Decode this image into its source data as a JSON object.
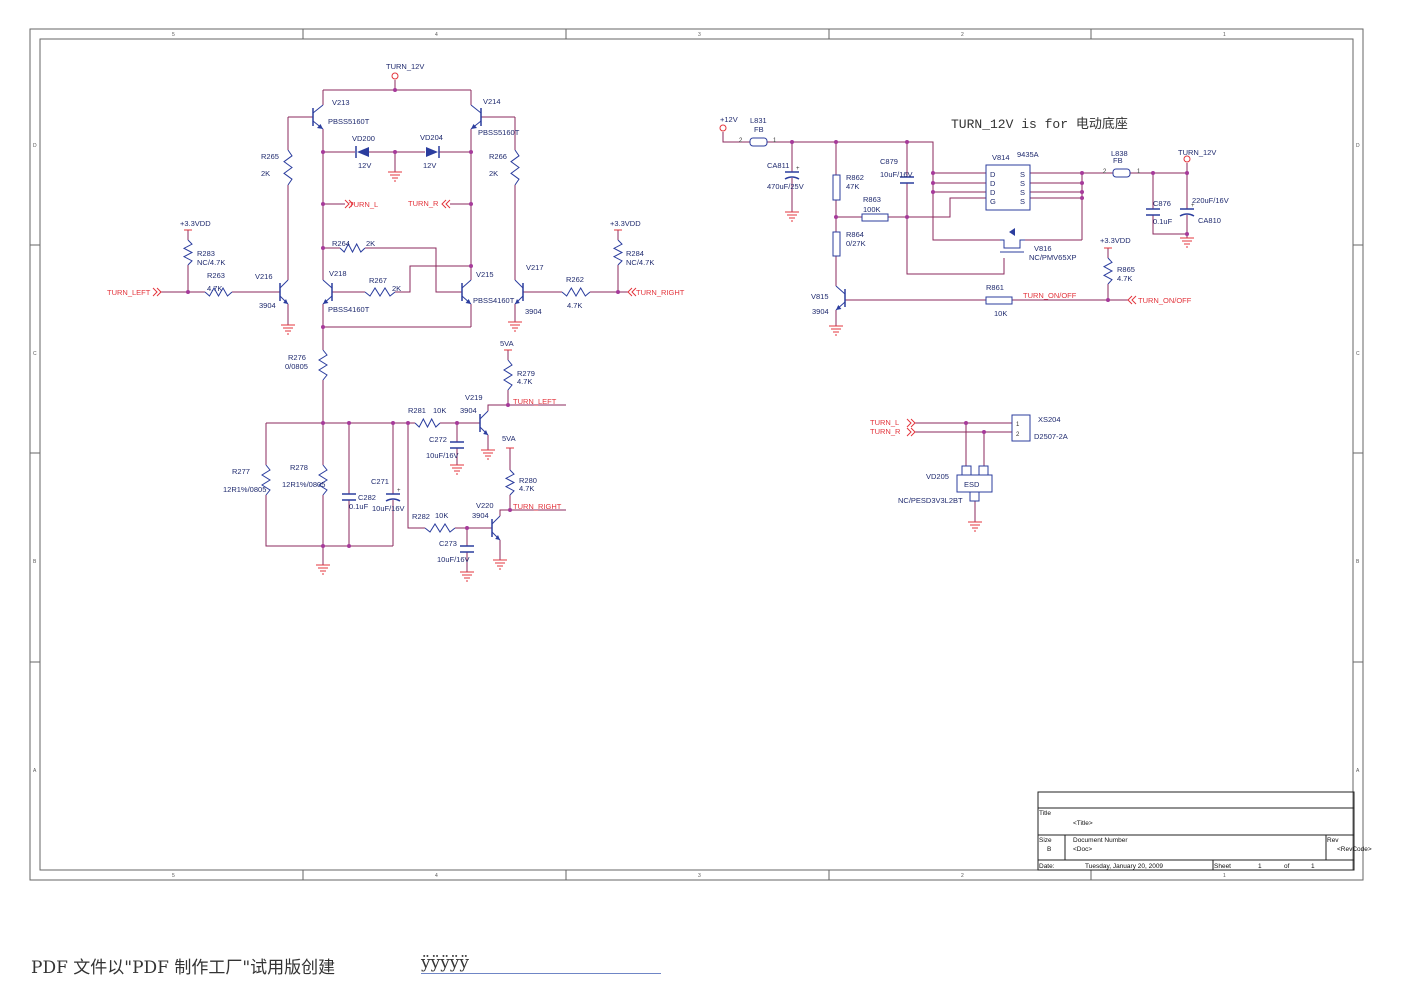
{
  "frame": {
    "columns": [
      "5",
      "4",
      "3",
      "2",
      "1"
    ],
    "rows": [
      "D",
      "C",
      "B",
      "A"
    ]
  },
  "note": "TURN_12V is for  电动底座",
  "labels": {
    "turn12v_top": "TURN_12V",
    "v213": "V213",
    "v213_part": "PBSS5160T",
    "v214": "V214",
    "v214_part": "PBSS5160T",
    "vd200": "VD200",
    "vd200_val": "12V",
    "vd204": "VD204",
    "vd204_val": "12V",
    "r265": "R265",
    "r265_val": "2K",
    "r266": "R266",
    "r266_val": "2K",
    "net_turn_l": "TURN_L",
    "net_turn_r": "TURN_R",
    "r264": "R264",
    "r264_val": "2K",
    "r267": "R267",
    "r267_val": "2K",
    "v218": "V218",
    "v218_part": "PBSS4160T",
    "v215": "V215",
    "v215_part": "PBSS4160T",
    "v216": "V216",
    "v216_part": "3904",
    "v217": "V217",
    "v217_part": "3904",
    "vdd_left": "+3.3VDD",
    "vdd_right": "+3.3VDD",
    "r283": "R283",
    "r283_val": "NC/4.7K",
    "r284": "R284",
    "r284_val": "NC/4.7K",
    "r263": "R263",
    "r263_val": "4.7K",
    "r262": "R262",
    "r262_val": "4.7K",
    "net_turn_left_in": "TURN_LEFT",
    "net_turn_right_in": "TURN_RIGHT",
    "r276": "R276",
    "r276_val": "0/0805",
    "r277": "R277",
    "r277_val": "12R1%/0805",
    "r278": "R278",
    "r278_val": "12R1%/0805",
    "c282": "C282",
    "c282_val": "0.1uF",
    "c271": "C271",
    "c271_val": "10uF/16V",
    "r281": "R281",
    "r281_val": "10K",
    "r282": "R282",
    "r282_val": "10K",
    "c272": "C272",
    "c272_val": "10uF/16V",
    "c273": "C273",
    "c273_val": "10uF/16V",
    "v219": "V219",
    "v219_part": "3904",
    "v220": "V220",
    "v220_part": "3904",
    "va5_1": "5VA",
    "va5_2": "5VA",
    "r279": "R279",
    "r279_val": "4.7K",
    "r280": "R280",
    "r280_val": "4.7K",
    "net_turn_left_out": "TURN_LEFT",
    "net_turn_right_out": "TURN_RIGHT",
    "p12v": "+12V",
    "l831": "L831",
    "l831_val": "FB",
    "ca811": "CA811",
    "ca811_val": "470uF/25V",
    "r862": "R862",
    "r862_val": "47K",
    "r863": "R863",
    "r863_val": "100K",
    "r864": "R864",
    "r864_val": "0/27K",
    "c879": "C879",
    "c879_val": "10uF/16V",
    "v814": "V814",
    "v814_part": "9435A",
    "v816": "V816",
    "v816_part": "NC/PMV65XP",
    "l838": "L838",
    "l838_val": "FB",
    "turn12v_right": "TURN_12V",
    "c876": "C876",
    "c876_val": "0.1uF",
    "ca810": "CA810",
    "ca810_val": "220uF/16V",
    "vdd_r865": "+3.3VDD",
    "r865": "R865",
    "r865_val": "4.7K",
    "v815": "V815",
    "v815_part": "3904",
    "r861": "R861",
    "r861_val": "10K",
    "net_onoff_wire": "TURN_ON/OFF",
    "net_onoff_in": "TURN_ON/OFF",
    "xs_turn_l": "TURN_L",
    "xs_turn_r": "TURN_R",
    "xs204": "XS204",
    "xs204_part": "D2507-2A",
    "vd205": "VD205",
    "vd205_part": "NC/PESD3V3L2BT",
    "vd205_body": "ESD"
  },
  "v814_pins": {
    "left": [
      "D",
      "D",
      "D",
      "G"
    ],
    "right": [
      "S",
      "S",
      "S",
      "S"
    ]
  },
  "title_block": {
    "title_label": "Title",
    "title_value": "<Title>",
    "size_label": "Size",
    "size_value": "B",
    "docnum_label": "Document Number",
    "docnum_value": "<Doc>",
    "rev_label": "Rev",
    "rev_value": "<RevCode>",
    "date_label": "Date:",
    "date_value": "Tuesday, January 20, 2009",
    "sheet_label": "Sheet",
    "sheet_value": "1",
    "of_label": "of",
    "of_value": "1"
  },
  "footer": {
    "watermark": "PDF 文件以\"PDF 制作工厂\"试用版创建",
    "link": "ÿÿÿÿÿ"
  }
}
